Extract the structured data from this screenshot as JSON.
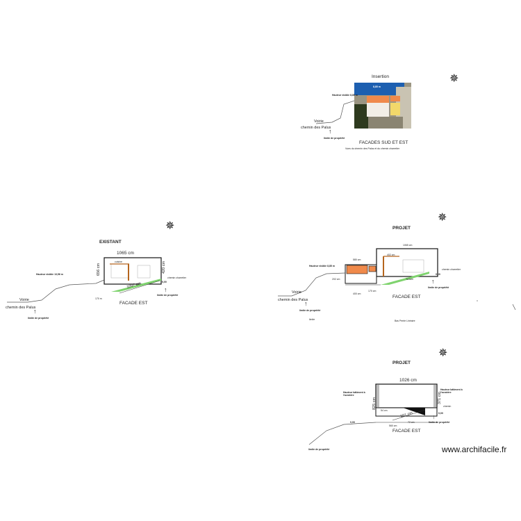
{
  "watermark": "www.archifacile.fr",
  "sheet_insertion": {
    "title": "Insertion",
    "label_ridge": "8,85 m",
    "label_height": "Hauteur visible 8,85 m",
    "voirie": "Voirie",
    "road": "chemin des Palus",
    "limit": "limite de propriété",
    "caption": "FACADES SUD ET EST",
    "subcaption": "Vues du chemin des Palus et du chemin charretier"
  },
  "sheet_existant": {
    "title": "EXISTANT",
    "width_dim": "1065 cm",
    "slope_dim": "1097 cm",
    "left_height": "656 cm",
    "right_height": "420 cm",
    "small_dim": "170 m",
    "visible_height": "Hauteur visible 13,56 m",
    "road_label": "chemin charretier",
    "ground": "0,00",
    "limit_right": "limite de propriété",
    "voirie": "Voirie",
    "road": "chemin des Palus",
    "limit_left": "limite de propriété",
    "caption": "FACADE EST",
    "room_label": "cuisine"
  },
  "sheet_projet1": {
    "title": "PROJET",
    "dim_top": "1065 cm",
    "dim_annex": "580 cm",
    "dim_inner": "402 cm",
    "dim_left": "202 cm",
    "dim_bottom": "400 cm",
    "dim_bottom2": "170 cm",
    "visible_height": "Hauteur visible 8,85 m",
    "road_label": "chemin charretier",
    "ground": "0,00",
    "limit_right": "limite de propriété",
    "voirie": "Voirie",
    "road": "chemin des Palus",
    "limit_left": "limite de propriété",
    "note": "Bas Pente Linéaire",
    "caption": "FACADE EST",
    "small_left": "limite",
    "terrain": "Terrain"
  },
  "sheet_projet2": {
    "title": "PROJET",
    "width_dim": "1026 cm",
    "left_height": "825 cm",
    "right_height": "371 cm",
    "diag_dim": "101 cm",
    "inner_dim": "54 cm",
    "bottom_dim": "560 cm",
    "small_dim": "72 cm",
    "note_left": "Hauteur bâtiment à l'acrotère",
    "note_right": "Hauteur bâtiment à l'acrotère",
    "road_label": "chemin",
    "ground": "0,00",
    "level_left": "0,00",
    "limit_right": "limite de propriété",
    "limit_left": "limite de propriété",
    "caption": "FACADE EST"
  },
  "icons": [
    "compass-rose-icon",
    "up-arrow-icon"
  ],
  "colors": {
    "orange": "#f08a4b",
    "green": "#7fd36e",
    "sky": "#1d5fb0",
    "wall_brown": "#b5651d",
    "yellow": "#f2d86a"
  }
}
